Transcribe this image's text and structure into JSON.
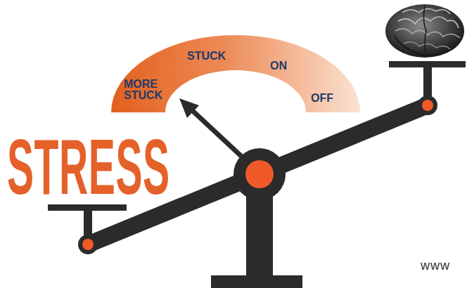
{
  "diagram": {
    "nodes": [
      {
        "text": [
          "MORE STUCK",
          "STUCK",
          "ON",
          "OFF"
        ]
      }
    ],
    "labels": [
      "STRESS",
      "www"
    ]
  }
}
